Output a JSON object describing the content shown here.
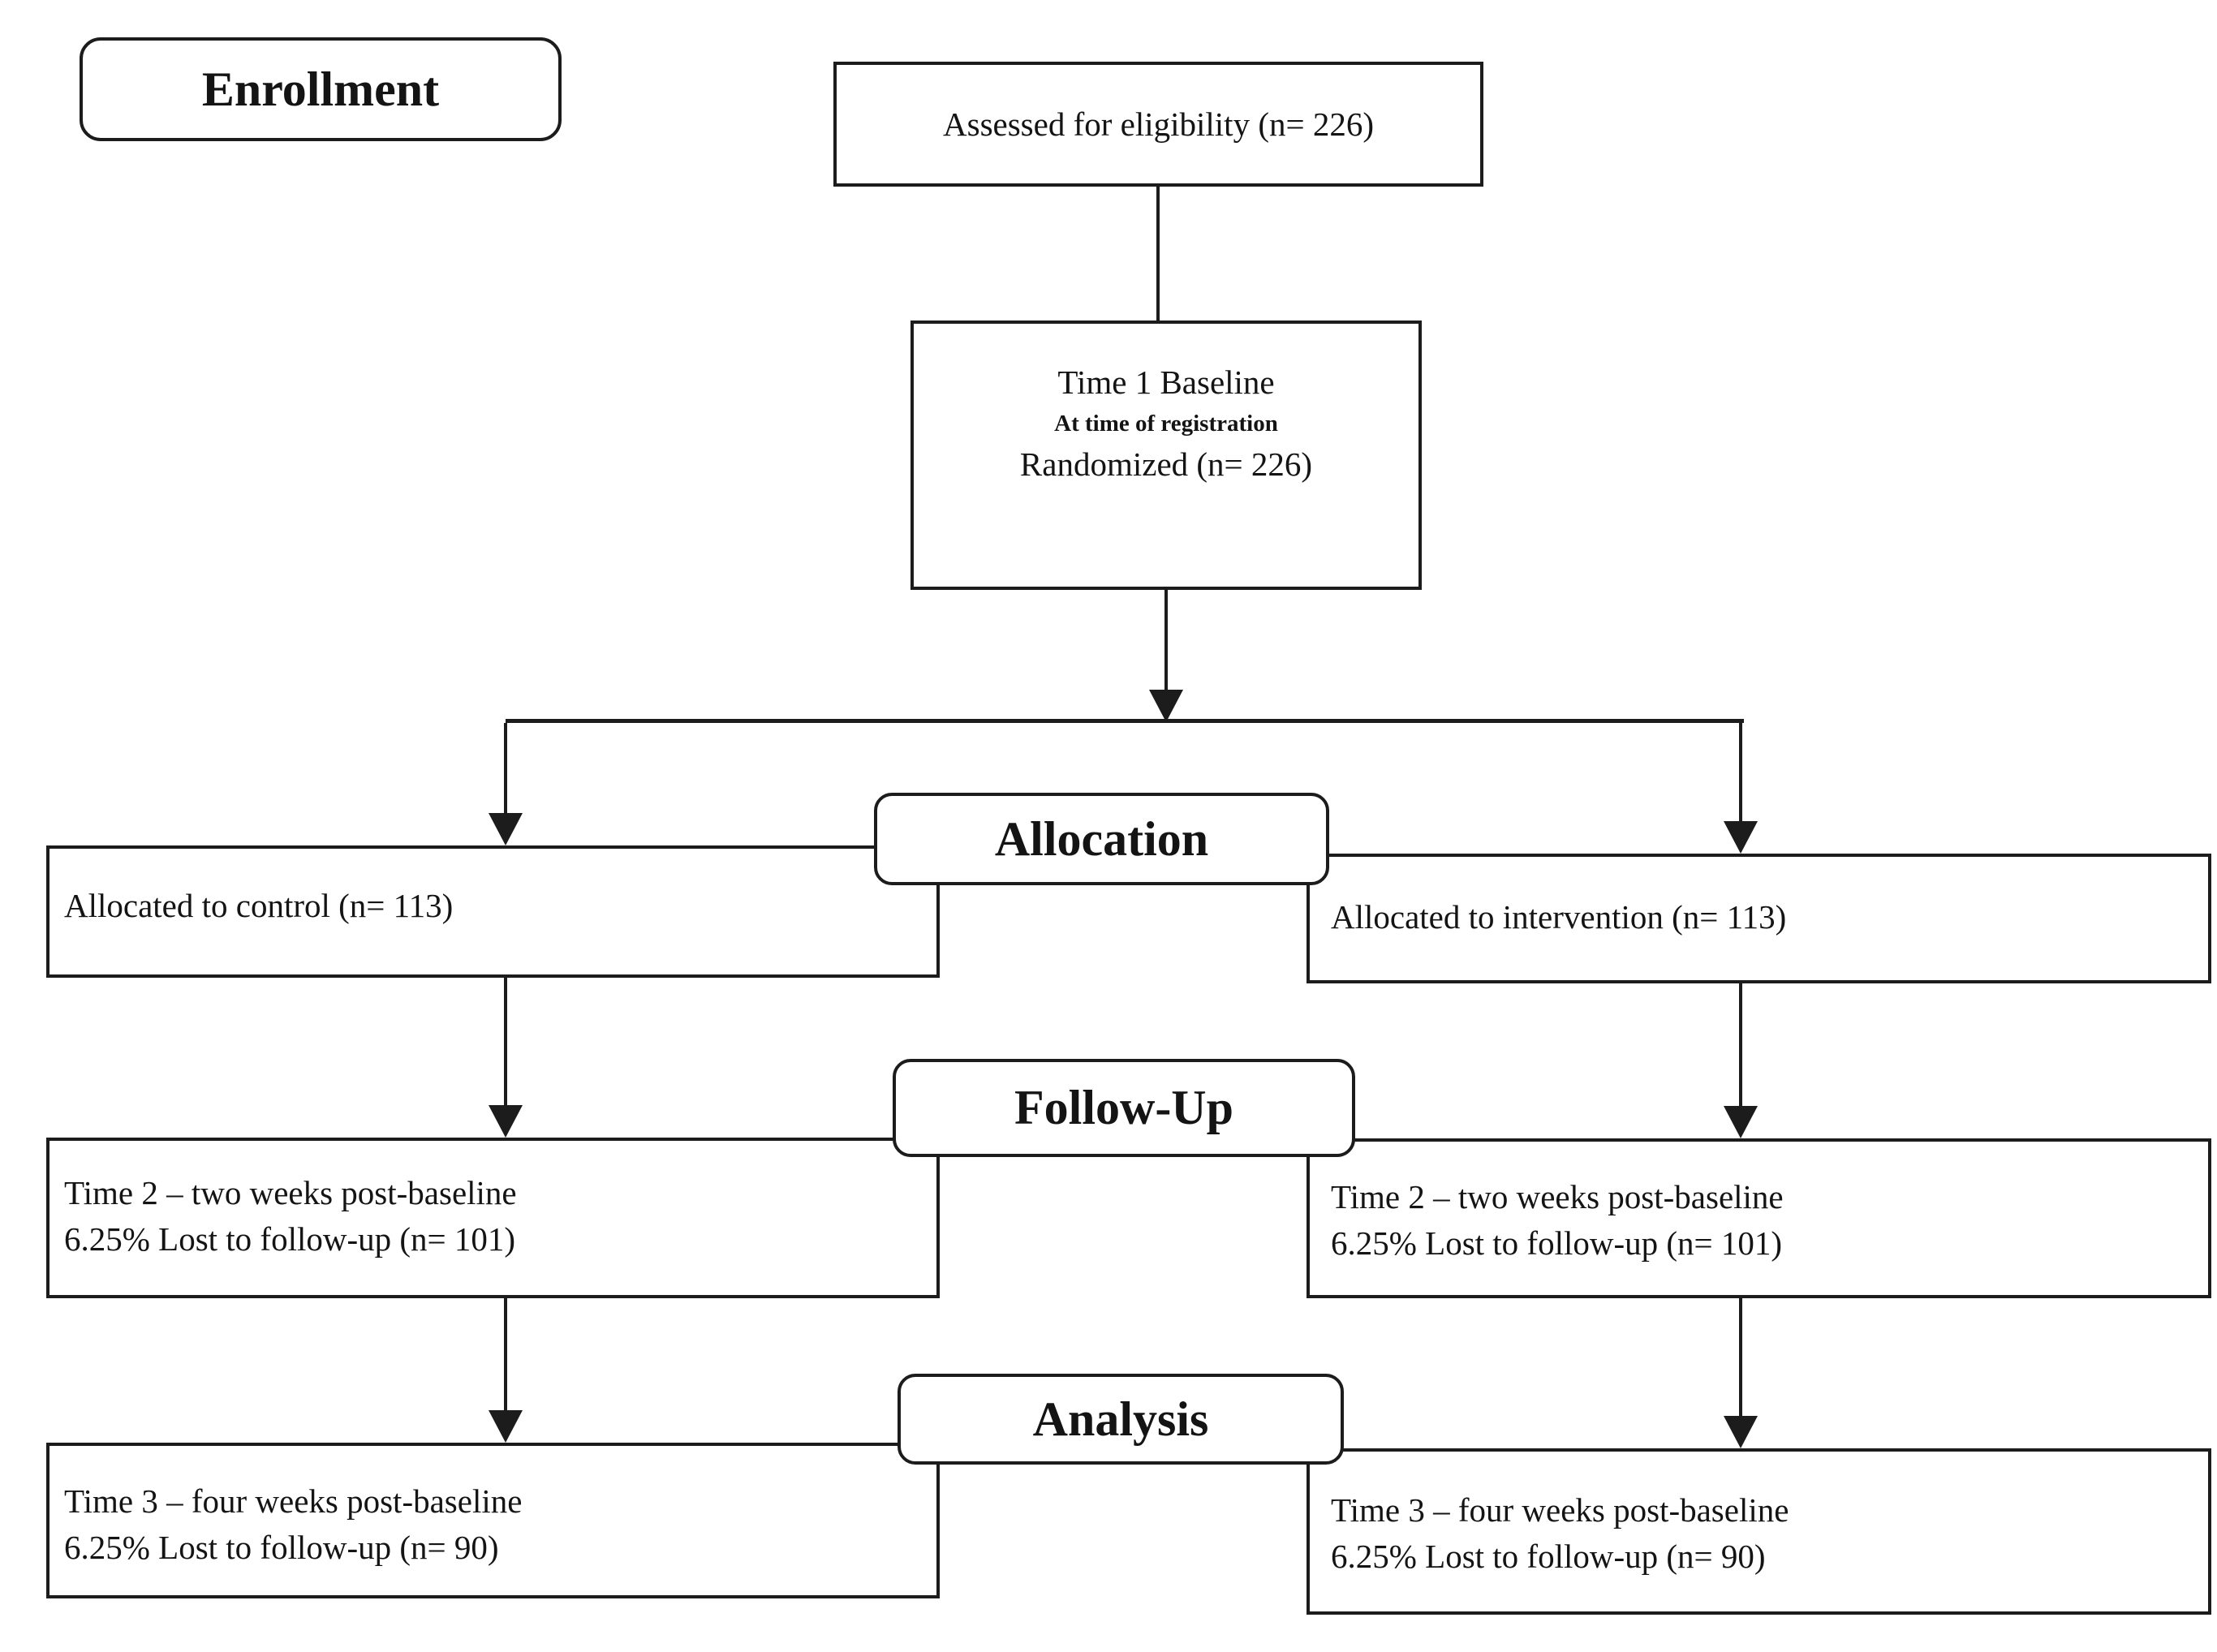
{
  "stages": {
    "enrollment": "Enrollment",
    "allocation": "Allocation",
    "follow_up": "Follow-Up",
    "analysis": "Analysis"
  },
  "top": {
    "assessed": "Assessed for eligibility (n= 226)",
    "baseline_line1": "Time 1 Baseline",
    "baseline_line2": "At time of registration",
    "baseline_line3": "Randomized (n= 226)"
  },
  "control_arm": {
    "allocated": "Allocated to control (n= 113)",
    "time2_line1": "Time 2 – two weeks post-baseline",
    "time2_line2": "6.25% Lost to follow-up (n= 101)",
    "time3_line1": "Time 3 – four weeks post-baseline",
    "time3_line2": "6.25% Lost to follow-up (n= 90)"
  },
  "intervention_arm": {
    "allocated": "Allocated to intervention (n= 113)",
    "time2_line1": "Time 2 – two weeks post-baseline",
    "time2_line2": "6.25% Lost to follow-up (n= 101)",
    "time3_line1": "Time 3 – four weeks post-baseline",
    "time3_line2": "6.25% Lost to follow-up (n= 90)"
  },
  "colors": {
    "line": "#1c1c1c",
    "background": "#ffffff",
    "box_fill": "#ffffff",
    "text": "#141414"
  }
}
